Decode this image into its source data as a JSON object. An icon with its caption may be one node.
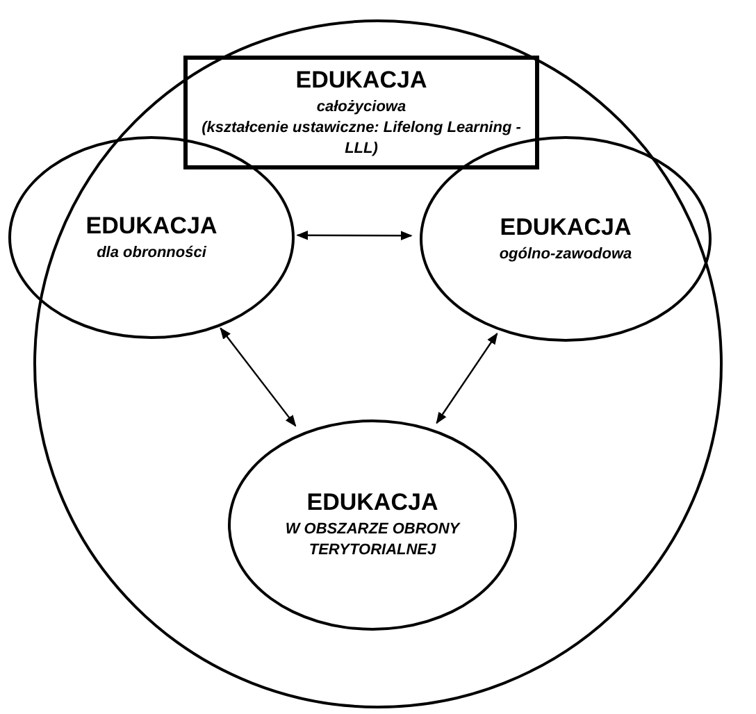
{
  "diagram": {
    "nodes": [
      {
        "text": [],
        "shape": "circle"
      },
      {
        "text": [
          "EDUKACJA",
          "całożyciowa",
          "(kształcenie ustawiczne: Lifelong Learning - LLL)"
        ],
        "in": 0
      },
      {
        "text": [
          "EDUKACJA",
          "dla obronności"
        ],
        "in": 0
      },
      {
        "text": [
          "EDUKACJA",
          "ogólno-zawodowa"
        ],
        "in": 0
      },
      {
        "text": [
          "EDUKACJA",
          "W OBSZARZE OBRONY TERYTORIALNEJ"
        ],
        "in": 0
      }
    ],
    "edges": [
      {
        "from": 2,
        "to": 3,
        "arrow": "both"
      },
      {
        "from": 2,
        "to": 4,
        "arrow": "both"
      },
      {
        "from": 3,
        "to": 4,
        "arrow": "both"
      }
    ]
  }
}
